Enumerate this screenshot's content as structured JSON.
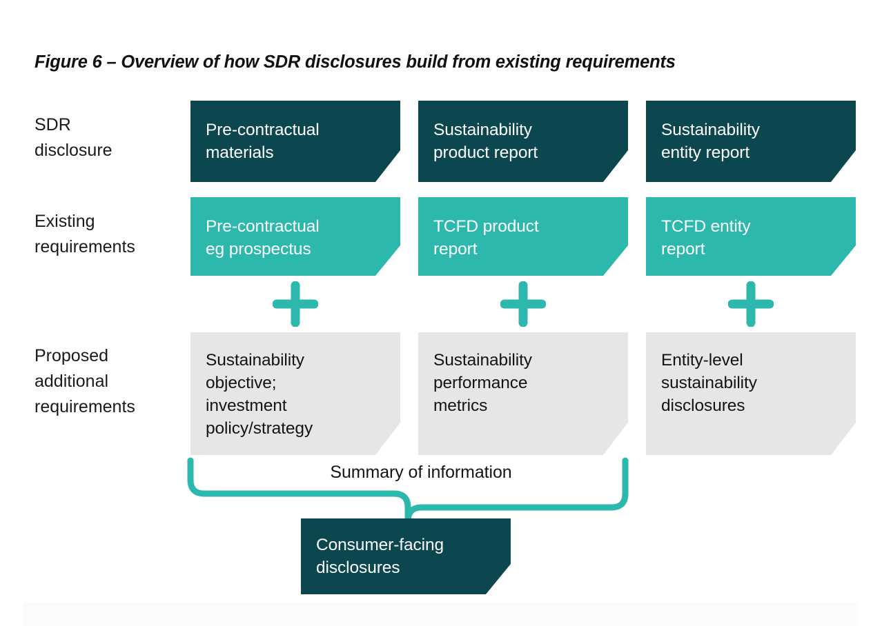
{
  "figure": {
    "title": "Figure 6 – Overview of how SDR disclosures build from existing requirements",
    "colors": {
      "dark_teal": "#0c474f",
      "teal": "#2cb8ad",
      "grey": "#e6e6e6",
      "text_dark": "#141414",
      "text_light": "#ffffff",
      "background": "#ffffff"
    }
  },
  "rows": {
    "sdr": {
      "label": "SDR\ndisclosure",
      "style": "dark"
    },
    "existing": {
      "label": "Existing\nrequirements",
      "style": "teal"
    },
    "proposed": {
      "label": "Proposed\nadditional\nrequirements",
      "style": "grey"
    }
  },
  "columns": [
    {
      "sdr": "Pre-contractual\nmaterials",
      "existing": "Pre-contractual\neg prospectus",
      "proposed": "Sustainability\nobjective;\ninvestment\npolicy/strategy",
      "operator": "+"
    },
    {
      "sdr": "Sustainability\nproduct report",
      "existing": "TCFD product\nreport",
      "proposed": "Sustainability\nperformance\nmetrics",
      "operator": "+"
    },
    {
      "sdr": "Sustainability\nentity report",
      "existing": "TCFD entity\nreport",
      "proposed": "Entity-level\nsustainability\ndisclosures",
      "operator": "+"
    }
  ],
  "summary": {
    "label": "Summary of information"
  },
  "outcome": {
    "label": "Consumer-facing\ndisclosures"
  }
}
